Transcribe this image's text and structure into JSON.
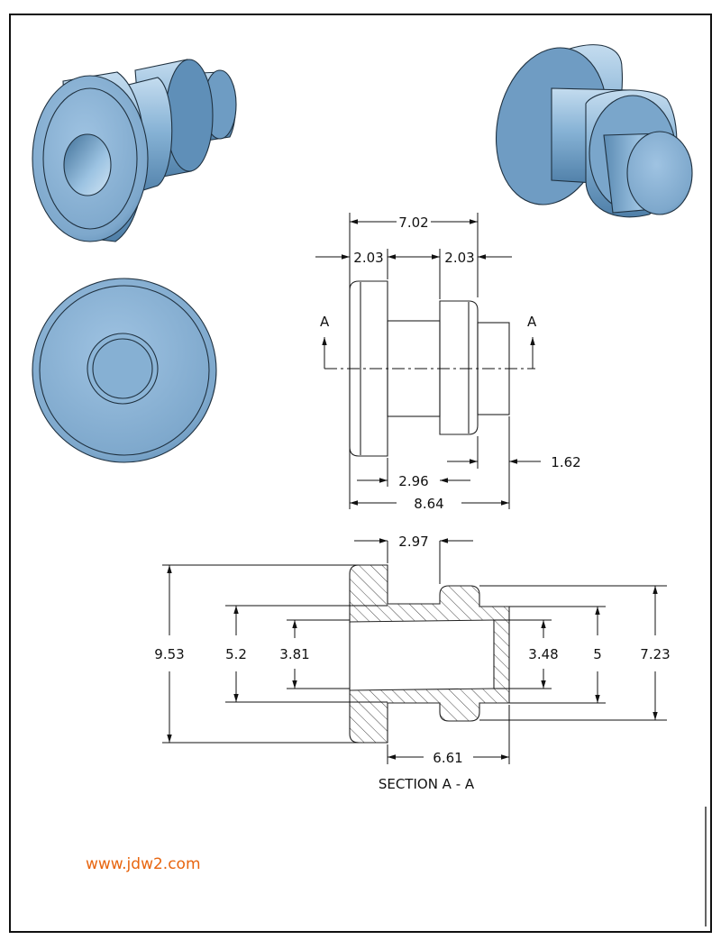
{
  "colors": {
    "part_fill": "#7fa9cc",
    "part_light": "#b8d3ea",
    "part_dark": "#4e7ea6",
    "watermark": "#e8650f",
    "line": "#111111"
  },
  "side_view": {
    "dims": {
      "overall_top": "7.02",
      "flange_left": "2.03",
      "flange_right": "2.03",
      "tip": "1.62",
      "neck": "2.96",
      "overall_bottom": "8.64"
    },
    "section_mark_left": "A",
    "section_mark_right": "A"
  },
  "section_view": {
    "dims": {
      "groove_width": "2.97",
      "outer_dia": "9.53",
      "groove_dia": "5.2",
      "bore_left": "3.81",
      "bore_right": "3.48",
      "tip_outer": "5",
      "second_flange": "7.23",
      "bore_length": "6.61"
    },
    "caption": "SECTION A - A"
  },
  "watermark": "www.jdw2.com"
}
